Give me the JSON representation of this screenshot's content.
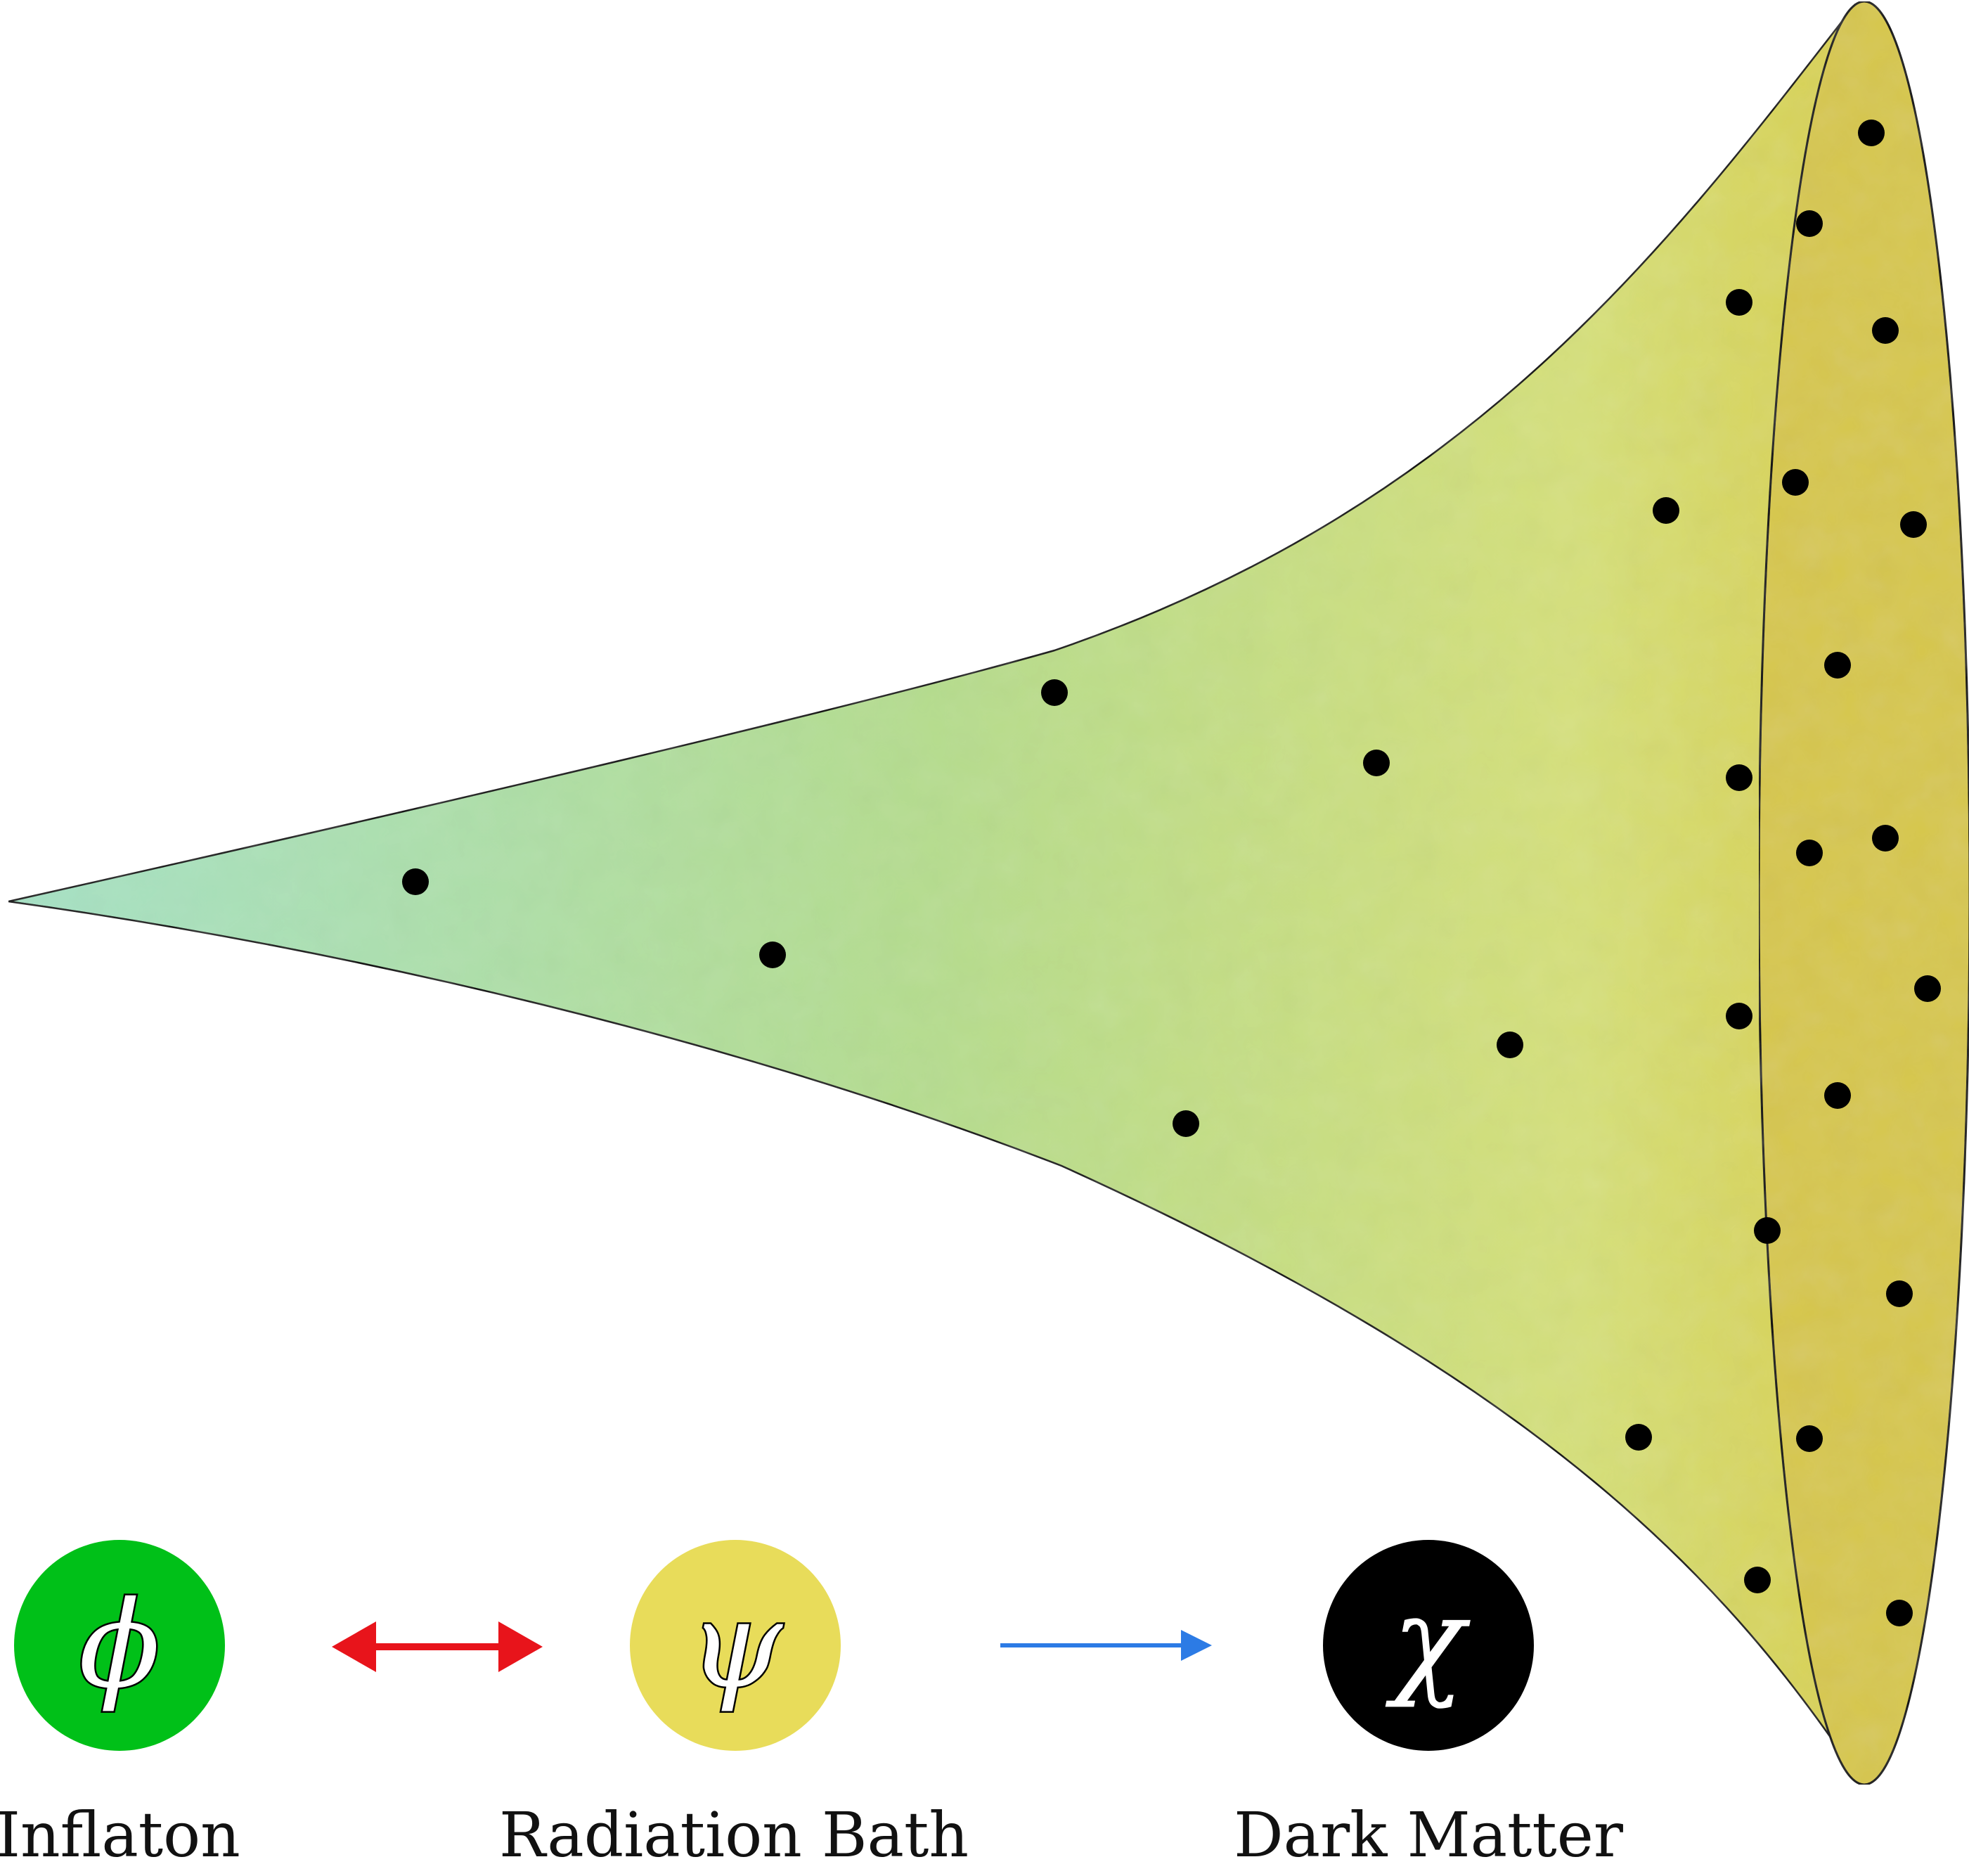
{
  "legend": {
    "items": [
      {
        "label": "Inflaton",
        "symbol": "ϕ",
        "circle_color": "#00c018",
        "symbol_color": "#ffffff",
        "symbol_stroke": "#000000"
      },
      {
        "label": "Radiation Bath",
        "symbol": "ψ",
        "circle_color": "#e8dc5a",
        "symbol_color": "#ffffff",
        "symbol_stroke": "#000000"
      },
      {
        "label": "Dark Matter",
        "symbol": "χ",
        "circle_color": "#000000",
        "symbol_color": "#ffffff",
        "symbol_stroke": "none"
      }
    ],
    "arrows": [
      {
        "from": "Inflaton",
        "to": "Radiation Bath",
        "direction": "both",
        "color": "#e8141b"
      },
      {
        "from": "Radiation Bath",
        "to": "Dark Matter",
        "direction": "forward",
        "color": "#2c7be5"
      }
    ]
  },
  "horn": {
    "gradient_colors": [
      "#a6e2c6",
      "#b6dd8e",
      "#d6e07a",
      "#d9d050"
    ],
    "mouth_color": "#d7c74e",
    "outline_color": "#000000"
  }
}
